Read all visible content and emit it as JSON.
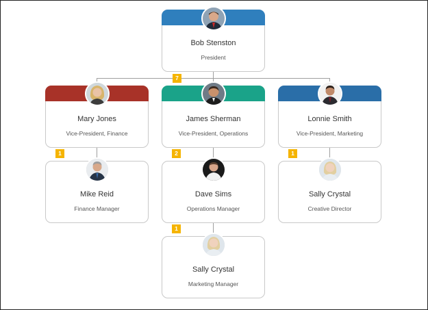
{
  "colors": {
    "president": "#2f7fbd",
    "finance": "#a83228",
    "operations": "#1aa389",
    "marketing": "#2a6ea8",
    "badge": "#f5b400",
    "connector": "#9e9e9e"
  },
  "nodes": {
    "president": {
      "name": "Bob Stenston",
      "title": "President",
      "count": "7"
    },
    "finance_vp": {
      "name": "Mary Jones",
      "title": "Vice-President, Finance",
      "count": "1"
    },
    "operations_vp": {
      "name": "James Sherman",
      "title": "Vice-President, Operations",
      "count": "2"
    },
    "marketing_vp": {
      "name": "Lonnie Smith",
      "title": "Vice-President, Marketing",
      "count": "1"
    },
    "finance_manager": {
      "name": "Mike Reid",
      "title": "Finance Manager"
    },
    "operations_manager": {
      "name": "Dave Sims",
      "title": "Operations Manager",
      "count": "1"
    },
    "creative_director": {
      "name": "Sally Crystal",
      "title": "Creative Director"
    },
    "marketing_manager": {
      "name": "Sally Crystal",
      "title": "Marketing Manager"
    }
  }
}
